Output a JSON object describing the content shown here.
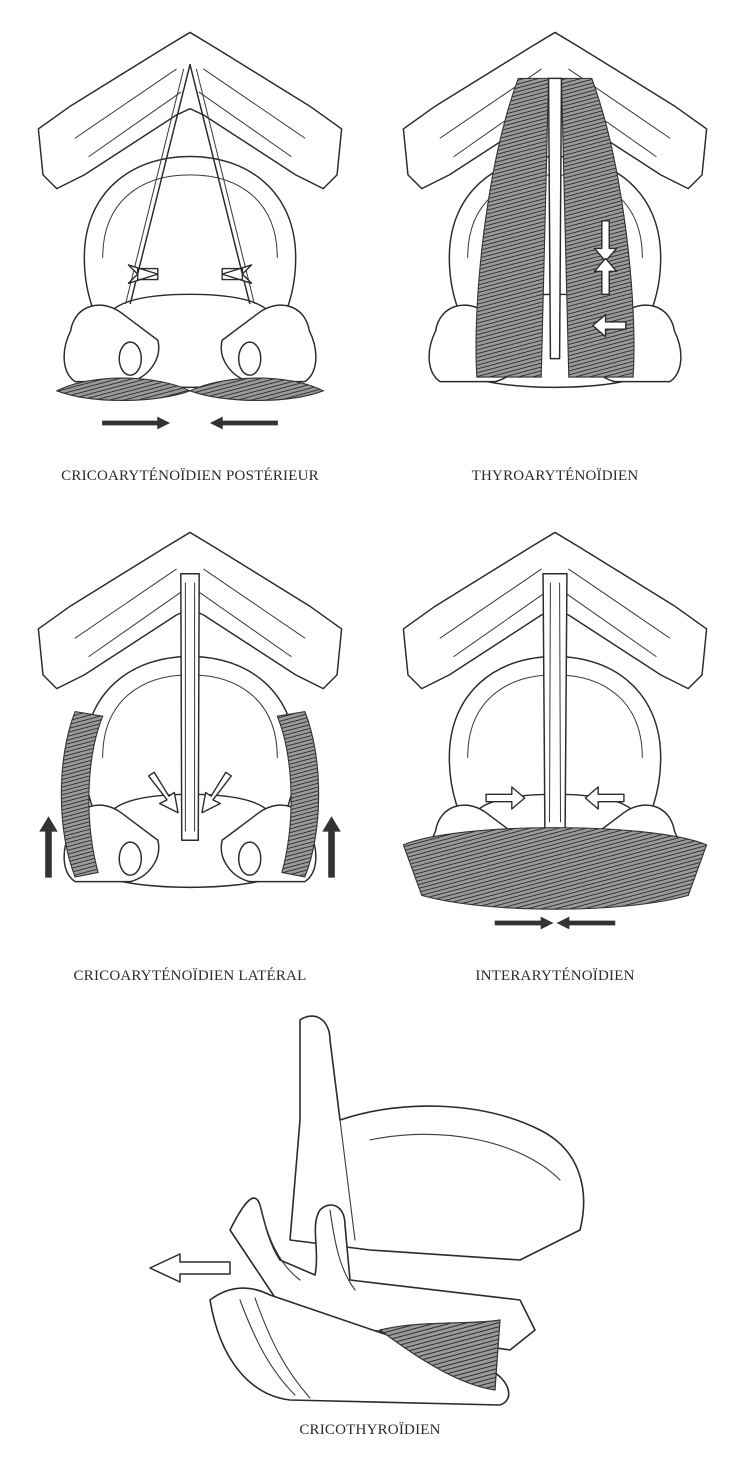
{
  "figure": {
    "panels": [
      {
        "id": "cap",
        "caption": "CRICOARYTÉNOÏDIEN POSTÉRIEUR"
      },
      {
        "id": "ta",
        "caption": "THYROARYTÉNOÏDIEN"
      },
      {
        "id": "cal",
        "caption": "CRICOARYTÉNOÏDIEN LATÉRAL"
      },
      {
        "id": "ia",
        "caption": "INTERARYTÉNOÏDIEN"
      },
      {
        "id": "ct",
        "caption": "CRICOTHYROÏDIEN"
      }
    ]
  }
}
